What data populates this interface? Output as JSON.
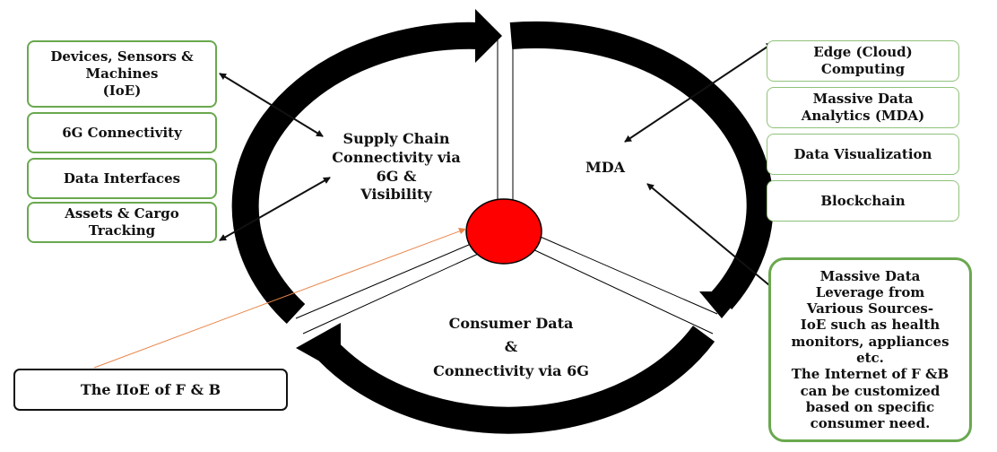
{
  "left_boxes": [
    {
      "text": "Devices, Sensors &\nMachines\n(IoE)"
    },
    {
      "text": "6G Connectivity"
    },
    {
      "text": "Data Interfaces"
    },
    {
      "text": "Assets & Cargo\nTracking"
    }
  ],
  "right_boxes": [
    {
      "text": "Edge (Cloud)\nComputing"
    },
    {
      "text": "Massive Data\nAnalytics (MDA)"
    },
    {
      "text": "Data Visualization"
    },
    {
      "text": "Blockchain"
    }
  ],
  "segments": {
    "supply_chain": "Supply Chain\nConnectivity via\n6G &\nVisibility",
    "mda": "MDA",
    "consumer_data": "Consumer Data\n&\nConnectivity via 6G"
  },
  "bottom_left_box": "The IIoE of F & B",
  "right_info_box": "Massive Data\nLeverage from\nVarious Sources-\nIoE such as health\nmonitors, appliances\netc.\nThe Internet of F &B\ncan be customized\nbased on specific\nconsumer need.",
  "colors": {
    "box_border": "#6aa84f",
    "center_dot": "#ff0000",
    "ring": "#000000",
    "orange_line": "#e8864a"
  }
}
